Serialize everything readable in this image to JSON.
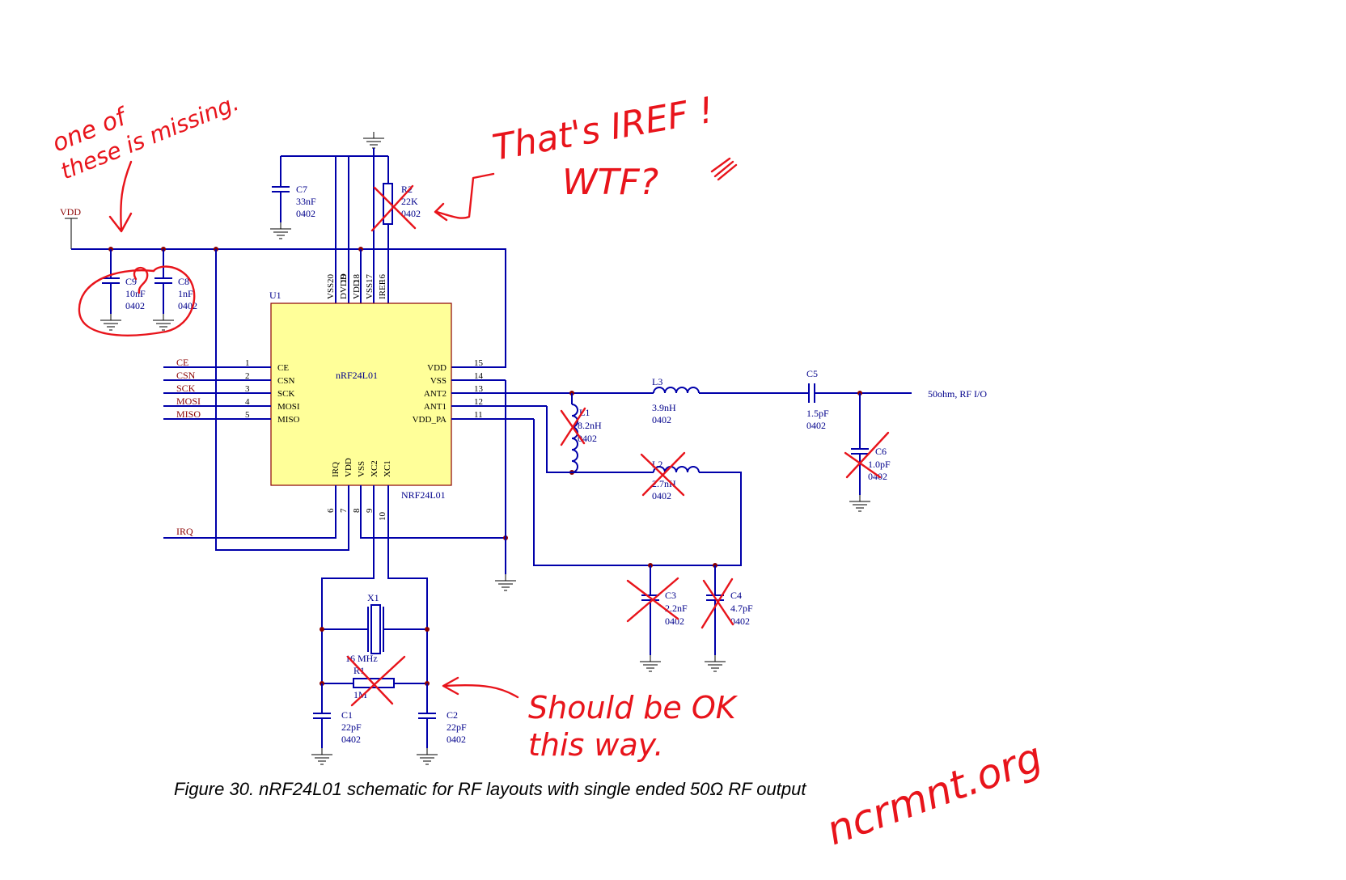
{
  "chip": {
    "ref": "U1",
    "name": "nRF24L01",
    "part": "NRF24L01",
    "left_pins": [
      {
        "num": "1",
        "label": "CE",
        "net": "CE"
      },
      {
        "num": "2",
        "label": "CSN",
        "net": "CSN"
      },
      {
        "num": "3",
        "label": "SCK",
        "net": "SCK"
      },
      {
        "num": "4",
        "label": "MOSI",
        "net": "MOSI"
      },
      {
        "num": "5",
        "label": "MISO",
        "net": "MISO"
      }
    ],
    "right_pins": [
      {
        "num": "15",
        "label": "VDD"
      },
      {
        "num": "14",
        "label": "VSS"
      },
      {
        "num": "13",
        "label": "ANT2"
      },
      {
        "num": "12",
        "label": "ANT1"
      },
      {
        "num": "11",
        "label": "VDD_PA"
      }
    ],
    "top_pins": [
      {
        "num": "20",
        "label": "VSS"
      },
      {
        "num": "19",
        "label": "DVDD"
      },
      {
        "num": "18",
        "label": "VDD"
      },
      {
        "num": "17",
        "label": "VSS"
      },
      {
        "num": "16",
        "label": "IREF"
      }
    ],
    "bottom_pins": [
      {
        "num": "6",
        "label": "IRQ"
      },
      {
        "num": "7",
        "label": "VDD"
      },
      {
        "num": "8",
        "label": "VSS"
      },
      {
        "num": "9",
        "label": "XC2"
      },
      {
        "num": "10",
        "label": "XC1"
      }
    ]
  },
  "nets": {
    "vdd": "VDD",
    "irq": "IRQ",
    "rf_out": "50ohm, RF I/O"
  },
  "components": {
    "c7": {
      "ref": "C7",
      "value": "33nF",
      "pkg": "0402"
    },
    "r2": {
      "ref": "R2",
      "value": "22K",
      "pkg": "0402"
    },
    "c9": {
      "ref": "C9",
      "value": "10nF",
      "pkg": "0402"
    },
    "c8": {
      "ref": "C8",
      "value": "1nF",
      "pkg": "0402"
    },
    "l1": {
      "ref": "L1",
      "value": "8.2nH",
      "pkg": "0402"
    },
    "l2": {
      "ref": "L2",
      "value": "2.7nH",
      "pkg": "0402"
    },
    "l3": {
      "ref": "L3",
      "value": "3.9nH",
      "pkg": "0402"
    },
    "c5": {
      "ref": "C5",
      "value": "1.5pF",
      "pkg": "0402"
    },
    "c6": {
      "ref": "C6",
      "value": "1.0pF",
      "pkg": "0402"
    },
    "c3": {
      "ref": "C3",
      "value": "2.2nF",
      "pkg": "0402"
    },
    "c4": {
      "ref": "C4",
      "value": "4.7pF",
      "pkg": "0402"
    },
    "x1": {
      "ref": "X1",
      "value": "16 MHz"
    },
    "r1": {
      "ref": "R1",
      "value": "1M"
    },
    "c1": {
      "ref": "C1",
      "value": "22pF",
      "pkg": "0402"
    },
    "c2": {
      "ref": "C2",
      "value": "22pF",
      "pkg": "0402"
    }
  },
  "annotations": {
    "missing_line1": "one of",
    "missing_line2": "these is missing.",
    "iref_line1": "That's IREF !",
    "iref_line2": "WTF?",
    "ok_line1": "Should be OK",
    "ok_line2": "this way.",
    "site": "ncrmnt.org"
  },
  "caption": "Figure 30. nRF24L01 schematic for RF layouts with single ended 50Ω RF output",
  "colors": {
    "wire": "#0000aa",
    "chip_fill": "#ffff99",
    "net_label": "#8b0000",
    "annotation": "#e8141b"
  }
}
